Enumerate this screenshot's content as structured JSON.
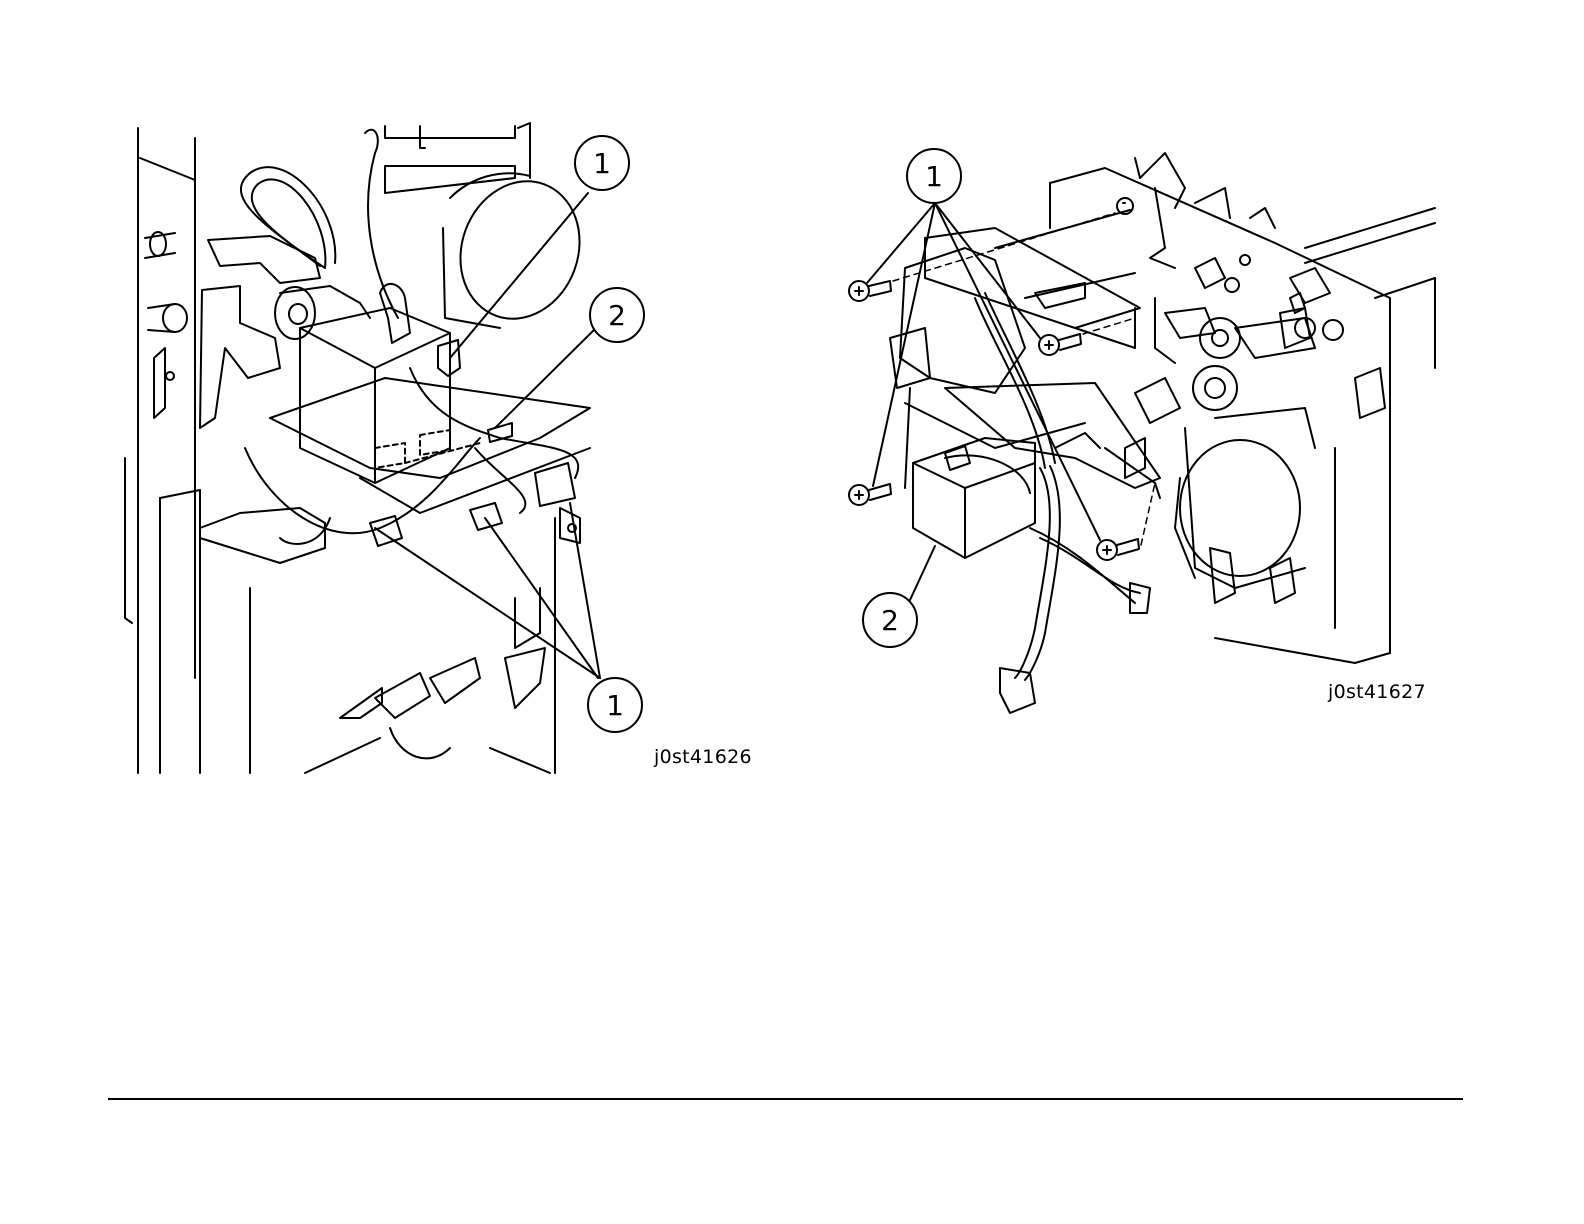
{
  "figures": [
    {
      "id": "j0st41626",
      "callouts": [
        "1",
        "2",
        "1"
      ]
    },
    {
      "id": "j0st41627",
      "callouts": [
        "1",
        "2"
      ]
    }
  ]
}
